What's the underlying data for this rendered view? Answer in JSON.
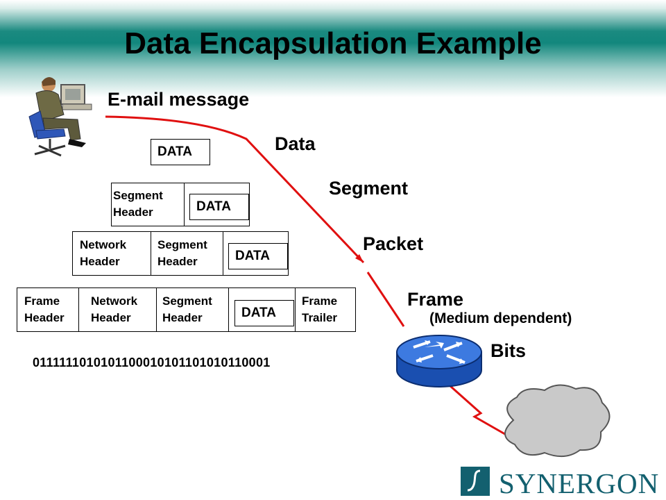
{
  "title": "Data Encapsulation Example",
  "labels": {
    "email": "E-mail message",
    "data": "Data",
    "segment": "Segment",
    "packet": "Packet",
    "frame": "Frame",
    "medium": "(Medium dependent)",
    "bits": "Bits"
  },
  "layers": {
    "data_box": "DATA",
    "segment_row": {
      "seg_l1": "Segment",
      "seg_l2": "Header",
      "data": "DATA"
    },
    "packet_row": {
      "net_l1": "Network",
      "net_l2": "Header",
      "seg_l1": "Segment",
      "seg_l2": "Header",
      "data": "DATA"
    },
    "frame_row": {
      "frm_l1": "Frame",
      "frm_l2": "Header",
      "net_l1": "Network",
      "net_l2": "Header",
      "seg_l1": "Segment",
      "seg_l2": "Header",
      "data": "DATA",
      "trl_l1": "Frame",
      "trl_l2": "Trailer"
    }
  },
  "bit_string": "0111111010101100010101101010110001",
  "logo": {
    "text": "SYNERGON"
  },
  "colors": {
    "accent_teal": "#12877d",
    "path_red": "#e01010",
    "router_blue": "#1f5fd0",
    "logo_color": "#13606f"
  },
  "icons": [
    "person-at-computer-icon",
    "router-icon",
    "cloud-icon",
    "logo-mark-icon"
  ]
}
